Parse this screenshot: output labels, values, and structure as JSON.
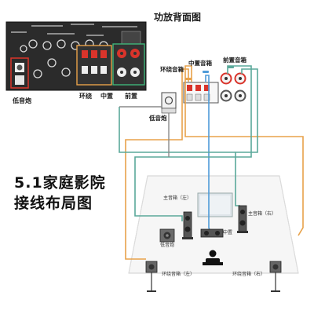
{
  "header": {
    "panel_title": "功放背面图"
  },
  "amp_panel_labels": {
    "subwoofer": "低音炮",
    "surround": "环绕",
    "center": "中置",
    "front": "前置"
  },
  "connection_labels": {
    "surround_speaker": "环绕音箱",
    "center_speaker": "中置音箱",
    "front_speaker": "前置音箱",
    "subwoofer": "低音炮"
  },
  "main_title": {
    "line1": "5.1家庭影院",
    "line2": "接线布局图"
  },
  "room_labels": {
    "main_left": "主音箱（左）",
    "main_right": "主音箱（右）",
    "center": "中置",
    "subwoofer": "低音炮",
    "surround_left": "环绕音箱（左）",
    "surround_right": "环绕音箱（右）"
  },
  "colors": {
    "surround_wire": "#e8a24a",
    "center_wire": "#4f9bd8",
    "front_wire": "#5aa89a",
    "sub_wire": "#7a7a7a",
    "panel_bg": "#2b2b2b",
    "terminal_red": "#d9342b",
    "highlight_green": "#3fb57a"
  }
}
